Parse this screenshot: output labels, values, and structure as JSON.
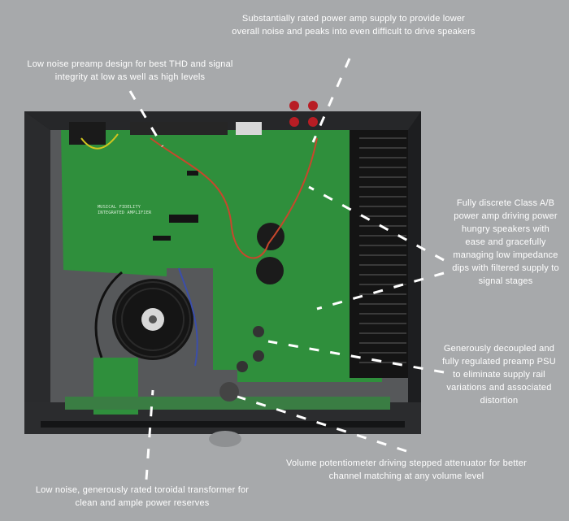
{
  "callouts": {
    "top": "Substantially rated power amp supply to provide lower overall noise and peaks into even difficult to drive speakers",
    "left": "Low noise preamp design for best THD and signal integrity at low as well as high levels",
    "right1": "Fully discrete Class A/B power amp driving power hungry speakers with ease and gracefully managing low impedance dips with filtered supply to signal stages",
    "right2": "Generously decoupled and fully regulated preamp PSU to eliminate supply rail variations and associated distortion",
    "bottom": "Volume potentiometer driving stepped attenuator for better channel matching at any volume level",
    "bottom_left": "Low noise, generously rated toroidal transformer for clean and ample power reserves"
  },
  "board_label": {
    "line1": "MUSICAL FIDELITY",
    "line2": "INTEGRATED AMPLIFIER"
  },
  "colors": {
    "background": "#a7a9ab",
    "chassis": "#1d1e20",
    "pcb": "#2f8f3c",
    "heatsink": "#141414",
    "callout_text": "#ffffff"
  }
}
